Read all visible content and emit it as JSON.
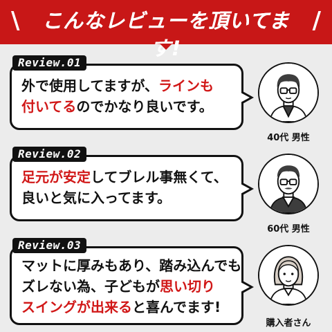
{
  "header": {
    "left_slash": "\\",
    "title": "こんなレビューを頂いてます!",
    "right_slash": "/"
  },
  "reviews": [
    {
      "tag": "Review.01",
      "lines": [
        [
          {
            "t": "外で使用してますが、",
            "red": false
          },
          {
            "t": "ラインも",
            "red": true
          }
        ],
        [
          {
            "t": "付いてる",
            "red": true
          },
          {
            "t": "のでかなり良いです。",
            "red": false
          }
        ]
      ],
      "author": "40代 男性"
    },
    {
      "tag": "Review.02",
      "lines": [
        [
          {
            "t": "足元が安定",
            "red": true
          },
          {
            "t": "してブレル事無くて、",
            "red": false
          }
        ],
        [
          {
            "t": "良いと気に入ってます。",
            "red": false
          }
        ]
      ],
      "author": "60代 男性"
    },
    {
      "tag": "Review.03",
      "lines": [
        [
          {
            "t": "マットに厚みもあり、踏み込んでも",
            "red": false
          }
        ],
        [
          {
            "t": "ズレない為、子どもが",
            "red": false
          },
          {
            "t": "思い切り",
            "red": true
          }
        ],
        [
          {
            "t": "スイングが出来る",
            "red": true
          },
          {
            "t": "と喜んでます!",
            "red": false
          }
        ]
      ],
      "author": "購入者さん"
    }
  ]
}
